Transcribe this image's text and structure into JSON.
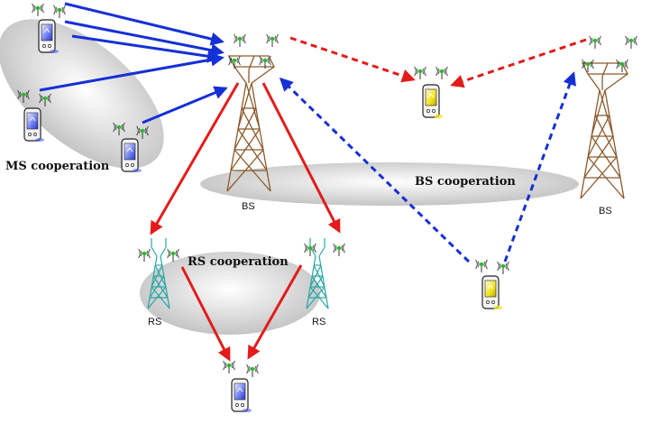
{
  "labels": {
    "ms_cooperation": "MS cooperation",
    "bs_cooperation": "BS cooperation",
    "rs_cooperation": "RS cooperation",
    "bs_left": "BS",
    "bs_right": "BS",
    "rs_left": "RS",
    "rs_right": "RS"
  },
  "colors": {
    "ms_link": "#1530d6",
    "bs_link": "#e31b1b",
    "bs_coop_link": "#1530d6",
    "bs_tower": "#8b5a2b",
    "rs_tower": "#2aa6a6",
    "cluster_fill": "#d4d4d4",
    "phone_blue": "#4a5ee0",
    "phone_yellow": "#f2e21e",
    "antenna_tip": "#20c020"
  },
  "icons": {
    "mobile_station": "mobile-phone-icon",
    "base_station": "lattice-tower-icon",
    "relay_station": "relay-tower-icon",
    "antenna": "antenna-signal-icon"
  }
}
